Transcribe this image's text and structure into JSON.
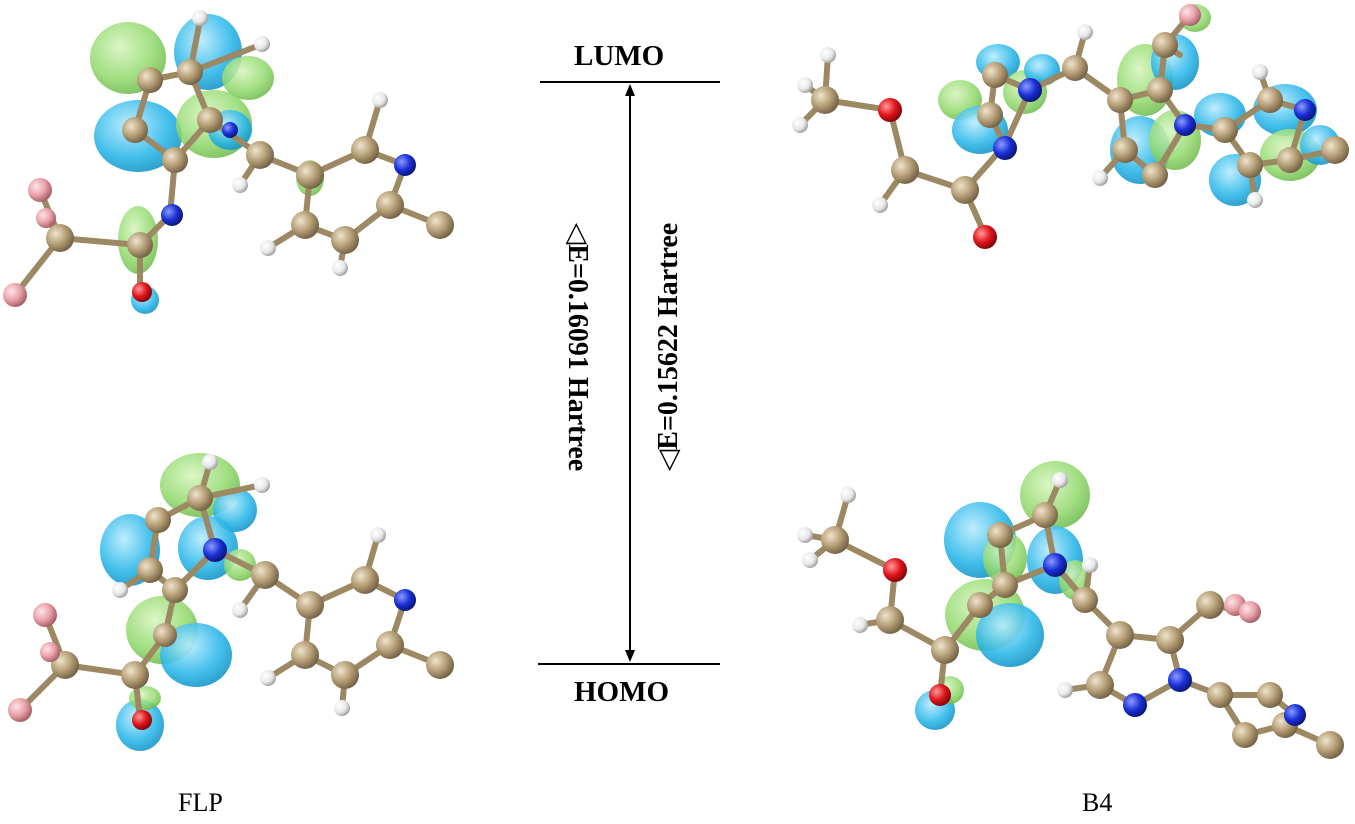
{
  "diagram": {
    "lumo_label": "LUMO",
    "homo_label": "HOMO",
    "gap_flp": "◁E=0.16091 Hartree",
    "gap_b4": "◁E=0.15622 Hartree",
    "left_molecule_label": "FLP",
    "right_molecule_label": "B4"
  },
  "colors": {
    "lobe_positive": "#8fd86a",
    "lobe_negative": "#29b6e8",
    "carbon": "#b39c74",
    "hydrogen": "#f4f4f4",
    "nitrogen": "#1a2fd6",
    "oxygen": "#e0141a",
    "fluorine": "#e8a0a8",
    "line": "#000000"
  },
  "icons": [
    "molecule-flp-lumo-icon",
    "molecule-flp-homo-icon",
    "molecule-b4-lumo-icon",
    "molecule-b4-homo-icon"
  ]
}
